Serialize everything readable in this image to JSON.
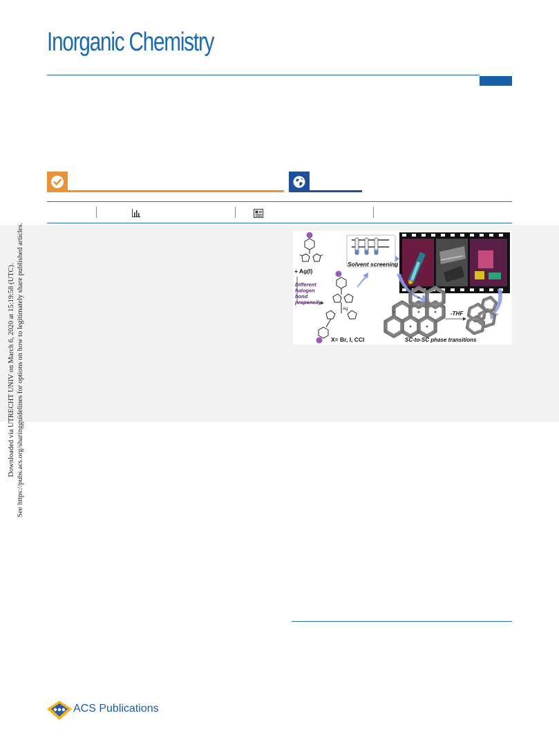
{
  "journal": {
    "title": "Inorganic Chemistry"
  },
  "badges": [
    {
      "icon": "check-icon",
      "color": "#e8923a"
    },
    {
      "icon": "globe-icon",
      "color": "#1f4f9a"
    }
  ],
  "metrics": [
    {
      "icon": "bar-chart-icon"
    },
    {
      "icon": "article-icon"
    }
  ],
  "side_notice": {
    "line1": "Downloaded via UTRECHT UNIV on March 6, 2020 at 15:19:58 (UTC).",
    "line2": "See https://pubs.acs.org/sharingguidelines for options on how to legitimately share published articles."
  },
  "toc_graphic": {
    "ag_label": "+ Ag(I)",
    "halogen_note": "Different halogen bond propensity",
    "solvent_label": "Solvent screening",
    "halogen_values": "X= Br, I, CCl",
    "thf_label": "-THF",
    "transition_label": "SC-to-SC phase transitions"
  },
  "publisher": {
    "name": "ACS Publications"
  },
  "colors": {
    "brand_blue": "#1a6ab1",
    "open_access_orange": "#e8923a",
    "navy": "#1f4f9a"
  }
}
